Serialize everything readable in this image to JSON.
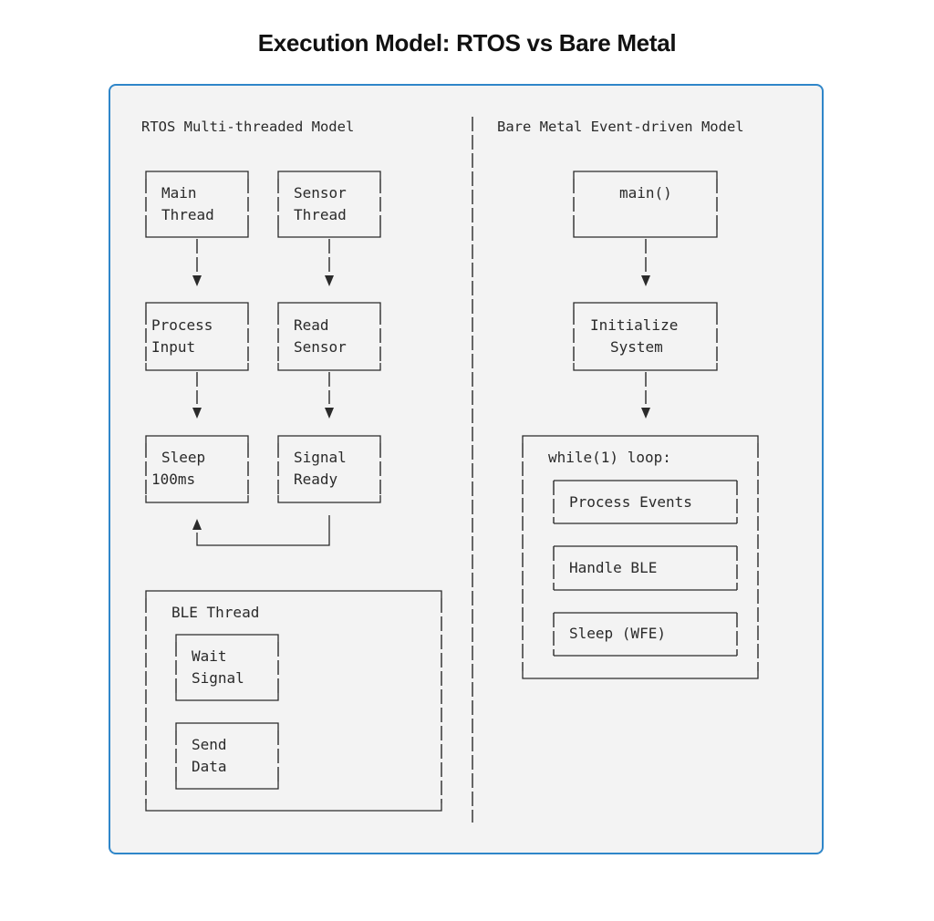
{
  "title": "Execution Model: RTOS vs Bare Metal",
  "colors": {
    "panel_border": "#2f86c9",
    "panel_bg": "#f3f3f3",
    "ink": "#2a2a2a"
  },
  "rtos": {
    "heading": "RTOS Multi-threaded Model",
    "main_thread": [
      "Main",
      "Thread"
    ],
    "process_input": [
      "Process",
      "Input"
    ],
    "sleep": [
      "Sleep",
      "100ms"
    ],
    "sensor_thread": [
      "Sensor",
      "Thread"
    ],
    "read_sensor": [
      "Read",
      "Sensor"
    ],
    "signal_ready": [
      "Signal",
      "Ready"
    ],
    "ble_thread": {
      "label": "BLE Thread",
      "wait_signal": [
        "Wait",
        "Signal"
      ],
      "send_data": [
        "Send",
        "Data"
      ]
    }
  },
  "bare_metal": {
    "heading": "Bare Metal Event-driven Model",
    "main": "main()",
    "initialize": [
      "Initialize",
      "System"
    ],
    "loop": {
      "label": "while(1) loop:",
      "process_events": "Process Events",
      "handle_ble": "Handle BLE",
      "sleep_wfe": "Sleep (WFE)"
    }
  }
}
